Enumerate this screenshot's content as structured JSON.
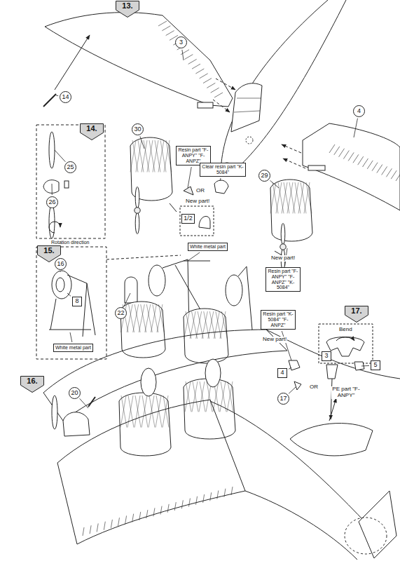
{
  "diagram": {
    "nodes": [
      {
        "text": [
          "13."
        ]
      },
      {
        "text": [
          "3"
        ]
      },
      {
        "text": [
          "14"
        ]
      },
      {
        "text": [
          "4"
        ]
      },
      {
        "text": [
          "14."
        ]
      },
      {
        "text": [
          "30"
        ]
      },
      {
        "text": [
          "Resin part \"F-ANPY\" \"F-ANPZ\""
        ]
      },
      {
        "text": [
          "Clear resin part \"K-5084\""
        ]
      },
      {
        "text": [
          "25"
        ]
      },
      {
        "text": [
          "26"
        ]
      },
      {
        "text": [
          "29"
        ]
      },
      {
        "text": [
          "1/2"
        ]
      },
      {
        "text": [
          "15."
        ]
      },
      {
        "text": [
          "16"
        ]
      },
      {
        "text": [
          "White metal part"
        ]
      },
      {
        "text": [
          "22"
        ]
      },
      {
        "text": [
          "8"
        ]
      },
      {
        "text": [
          "Resin part \"F-ANPY\" \"F-ANPZ\" \"K-5084\""
        ]
      },
      {
        "text": [
          "17."
        ]
      },
      {
        "text": [
          "Resin part \"K-5084\" \"F-ANPZ\""
        ]
      },
      {
        "text": [
          "White metal part"
        ]
      },
      {
        "text": [
          "3"
        ]
      },
      {
        "text": [
          "4"
        ]
      },
      {
        "text": [
          "5"
        ]
      },
      {
        "text": [
          "17"
        ]
      },
      {
        "text": [
          "16."
        ]
      },
      {
        "text": [
          "20"
        ]
      }
    ],
    "labels": [
      "OR",
      "New part!",
      "Rotation direction",
      "New part!",
      "New part!",
      "Bend",
      "OR",
      "PE part \"F-ANPY\""
    ]
  }
}
